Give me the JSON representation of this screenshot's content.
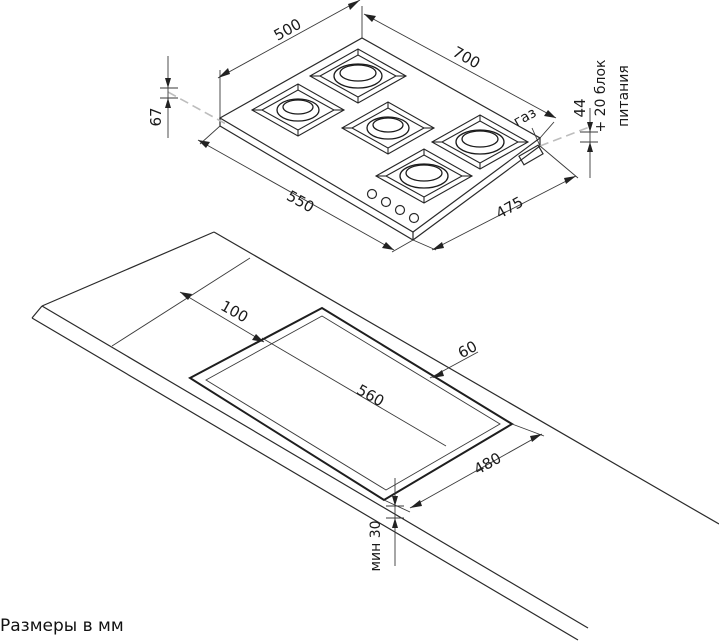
{
  "dimensions": {
    "depth_top": "500",
    "width_top": "700",
    "height": "67",
    "gas_height": "44",
    "cable_note_1": "+ 20 блок",
    "cable_note_2": "питания",
    "gas_label": "газ",
    "length_bottom": "550",
    "depth_bottom": "475",
    "cutout_offset_front": "100",
    "cutout_offset_back": "60",
    "cutout_length": "560",
    "cutout_depth": "480",
    "min_thickness": "мин 30"
  },
  "caption": "Размеры в мм"
}
